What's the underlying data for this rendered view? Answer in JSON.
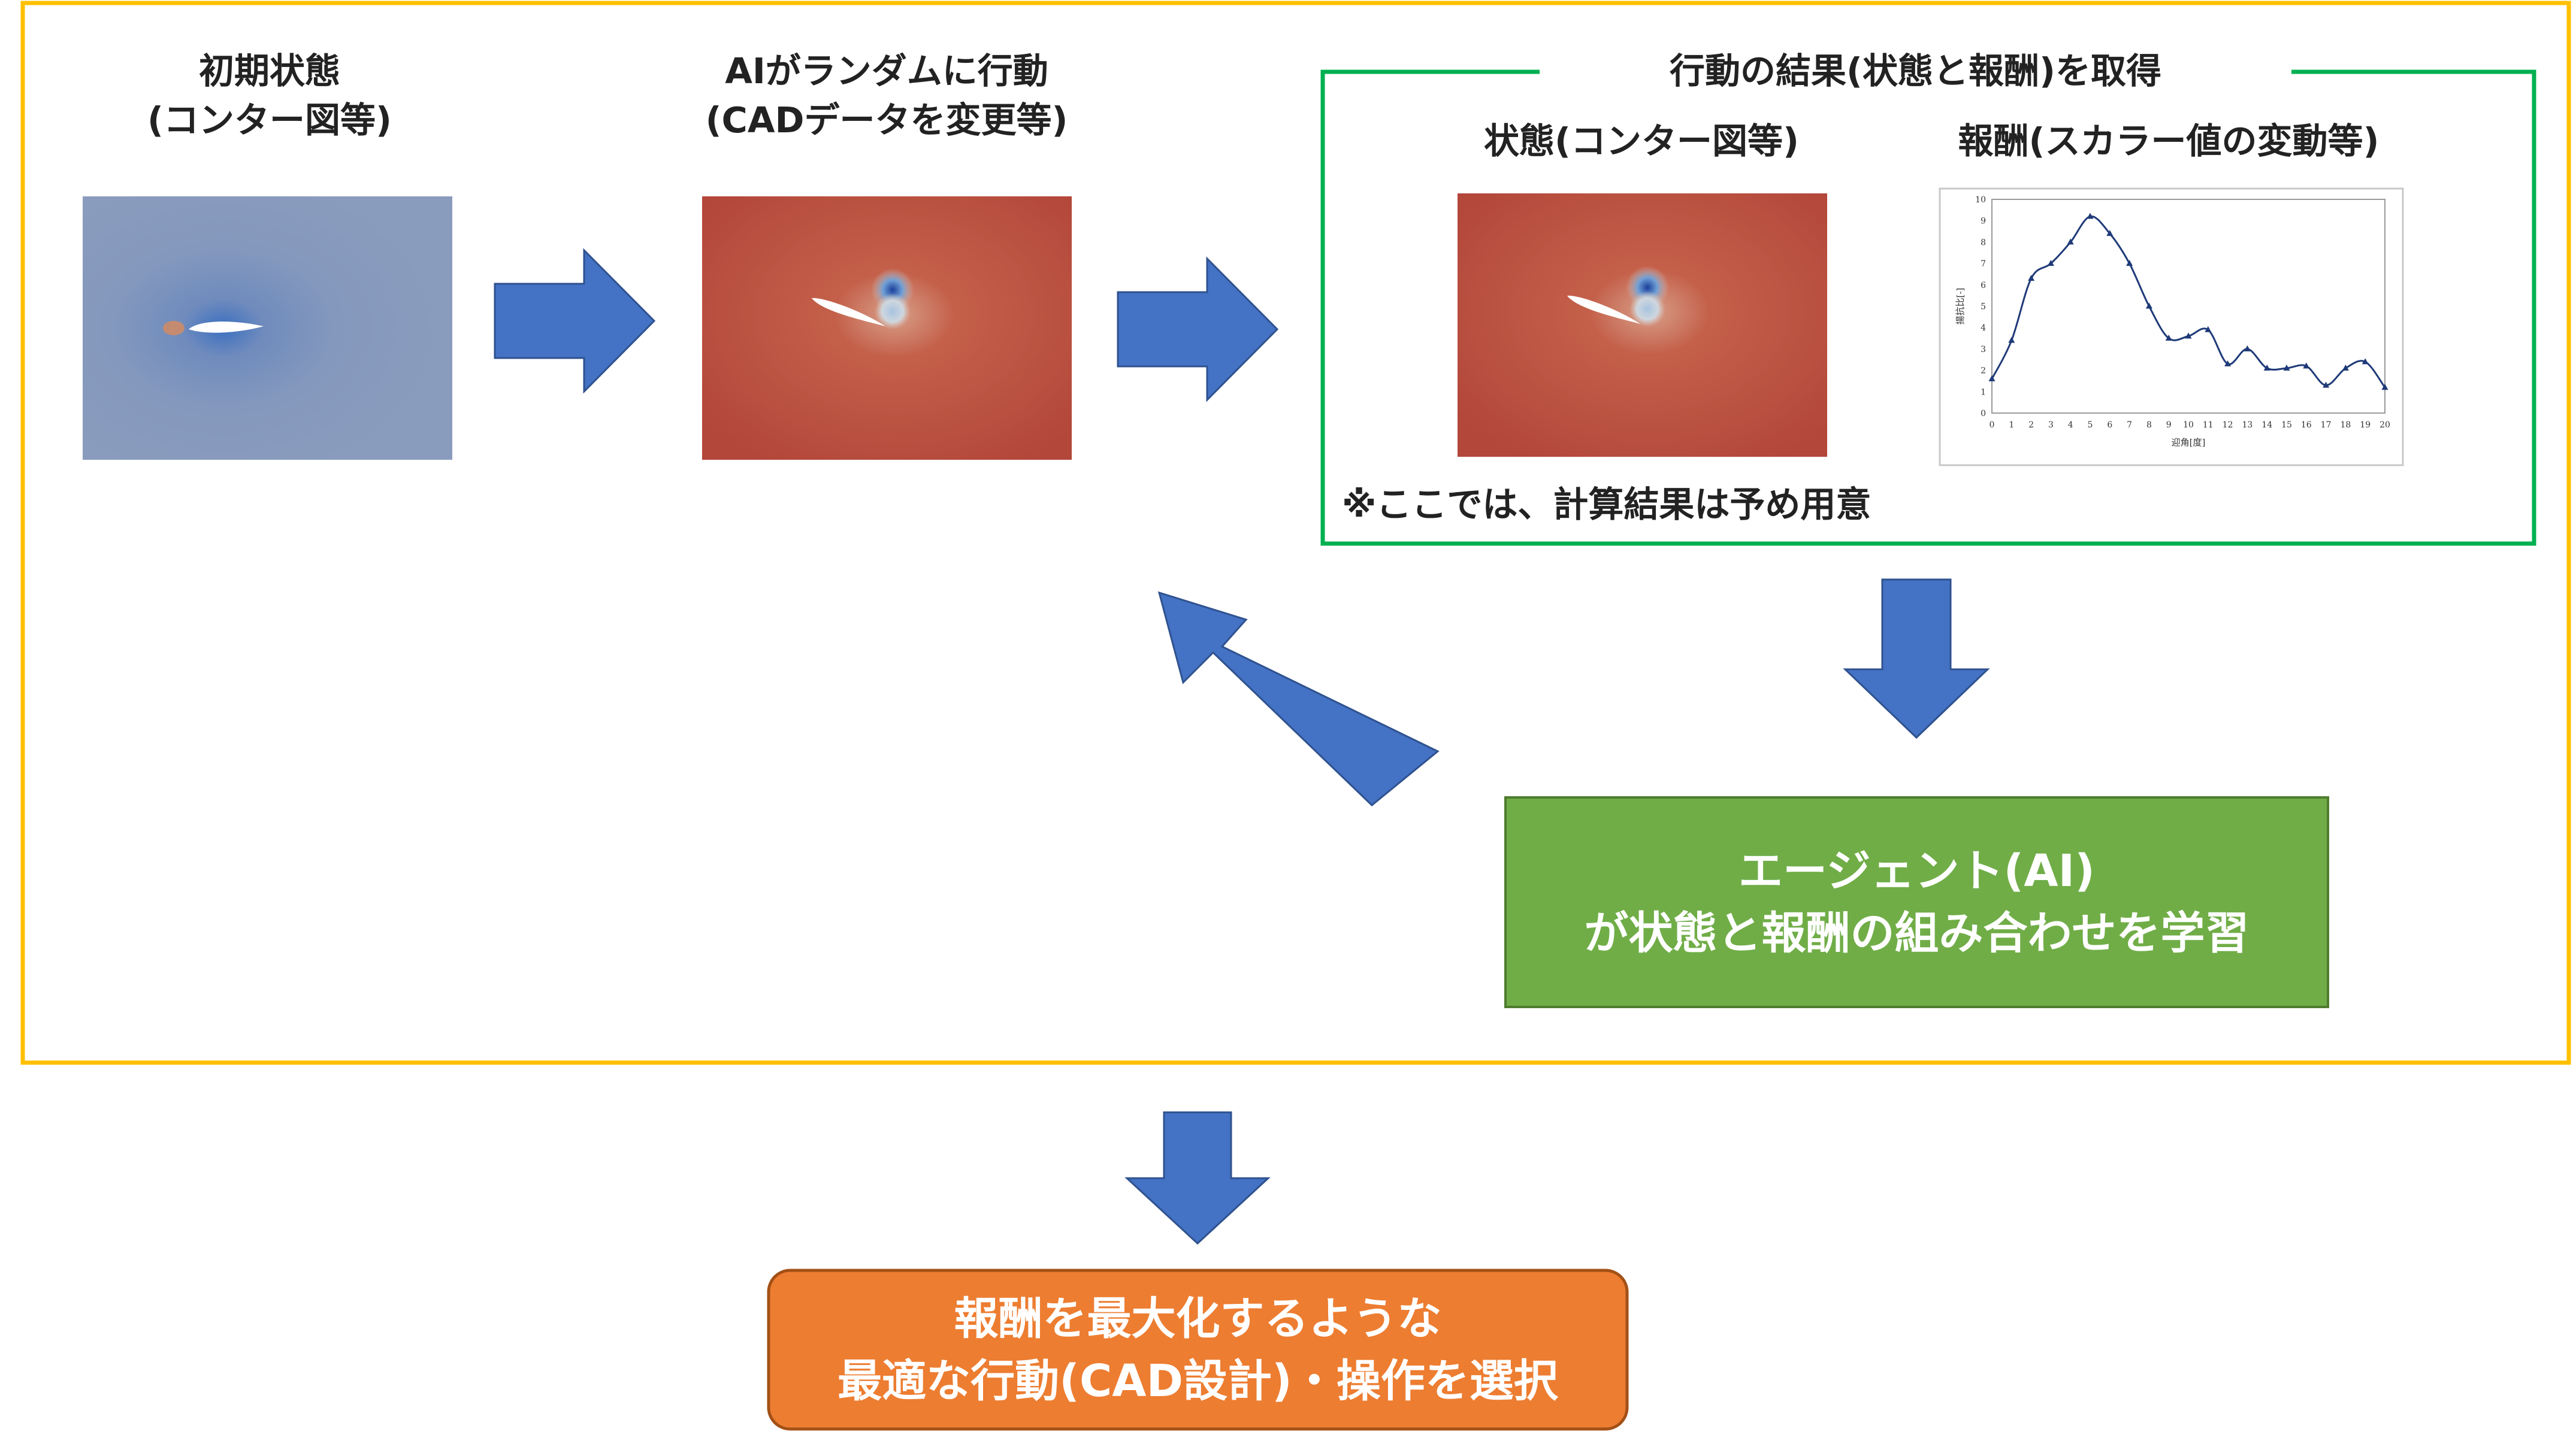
{
  "steps": {
    "initial": {
      "line1": "初期状態",
      "line2": "(コンター図等)"
    },
    "action": {
      "line1": "AIがランダムに行動",
      "line2": "(CADデータを変更等)"
    }
  },
  "result_box": {
    "title": "行動の結果(状態と報酬)を取得",
    "state_label": "状態(コンター図等)",
    "reward_label": "報酬(スカラー値の変動等)",
    "note": "※ここでは、計算結果は予め用意"
  },
  "agent_box": {
    "line1": "エージェント(AI)",
    "line2": "が状態と報酬の組み合わせを学習"
  },
  "final_box": {
    "line1": "報酬を最大化するような",
    "line2": "最適な行動(CAD設計)・操作を選択"
  },
  "colors": {
    "outer_border": "#FFC000",
    "result_border": "#00B050",
    "arrow": "#4472C4",
    "agent_box": "#70AD47",
    "final_box": "#ED7D31",
    "contour_blue": "#8497B9",
    "contour_red": "#B3473A"
  },
  "chart_data": {
    "type": "line",
    "xlabel": "迎角[度]",
    "ylabel": "揚抗比[-]",
    "x": [
      0,
      1,
      2,
      3,
      4,
      5,
      6,
      7,
      8,
      9,
      10,
      11,
      12,
      13,
      14,
      15,
      16,
      17,
      18,
      19,
      20
    ],
    "values": [
      1.6,
      3.4,
      6.3,
      7.0,
      8.0,
      9.2,
      8.4,
      7.0,
      5.0,
      3.5,
      3.6,
      3.9,
      2.3,
      3.0,
      2.1,
      2.1,
      2.2,
      1.3,
      2.1,
      2.4,
      1.2
    ],
    "xlim": [
      0,
      20
    ],
    "ylim": [
      0,
      10
    ],
    "xticks": [
      "0",
      "1",
      "2",
      "3",
      "4",
      "5",
      "6",
      "7",
      "8",
      "9",
      "10",
      "11",
      "12",
      "13",
      "14",
      "15",
      "16",
      "17",
      "18",
      "19",
      "20"
    ],
    "yticks": [
      "0",
      "1",
      "2",
      "3",
      "4",
      "5",
      "6",
      "7",
      "8",
      "9",
      "10"
    ]
  }
}
